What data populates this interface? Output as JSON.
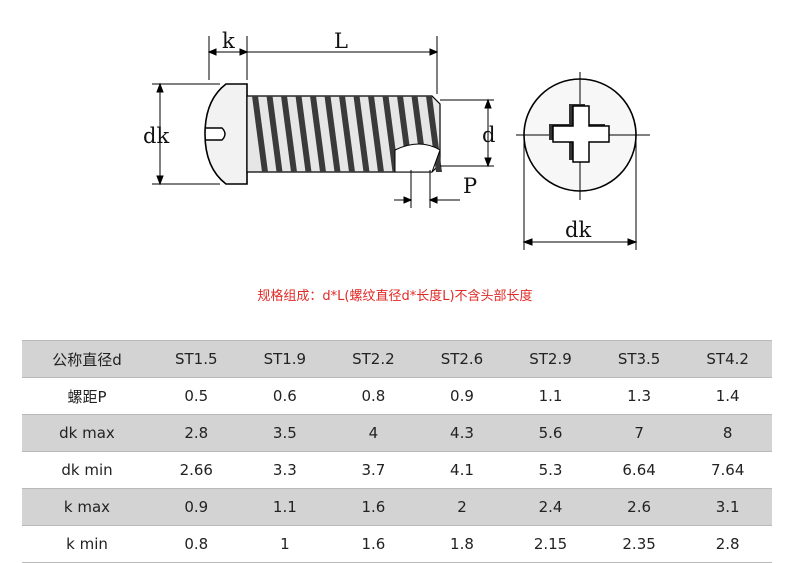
{
  "drawing": {
    "labels": {
      "k": "k",
      "L": "L",
      "dk_side": "dk",
      "d": "d",
      "P": "P",
      "dk_top": "dk"
    }
  },
  "caption": "规格组成：d*L(螺纹直径d*长度L)不含头部长度",
  "table": {
    "header": [
      "公称直径d",
      "ST1.5",
      "ST1.9",
      "ST2.2",
      "ST2.6",
      "ST2.9",
      "ST3.5",
      "ST4.2"
    ],
    "rows": [
      [
        "螺距P",
        "0.5",
        "0.6",
        "0.8",
        "0.9",
        "1.1",
        "1.3",
        "1.4"
      ],
      [
        "dk  max",
        "2.8",
        "3.5",
        "4",
        "4.3",
        "5.6",
        "7",
        "8"
      ],
      [
        "dk  min",
        "2.66",
        "3.3",
        "3.7",
        "4.1",
        "5.3",
        "6.64",
        "7.64"
      ],
      [
        "k  max",
        "0.9",
        "1.1",
        "1.6",
        "2",
        "2.4",
        "2.6",
        "3.1"
      ],
      [
        "k  min",
        "0.8",
        "1",
        "1.6",
        "1.8",
        "2.15",
        "2.35",
        "2.8"
      ]
    ]
  }
}
